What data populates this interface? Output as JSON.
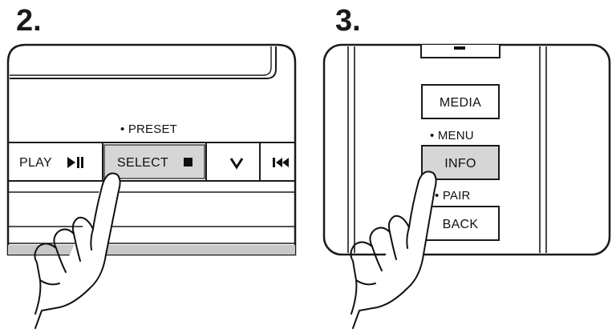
{
  "steps": [
    {
      "number": "2.",
      "above_label": "• PRESET",
      "buttons": [
        {
          "label": "PLAY",
          "icon": "play-pause-icon"
        },
        {
          "label": "SELECT",
          "icon": "stop-icon"
        },
        {
          "label": "",
          "icon": "chevron-down-icon"
        },
        {
          "label": "",
          "icon": "skip-back-icon"
        }
      ]
    },
    {
      "number": "3.",
      "buttons": [
        {
          "label": "MEDIA"
        },
        {
          "label": "INFO"
        },
        {
          "label": "BACK"
        }
      ],
      "info_above_label": "• MENU",
      "back_above_label": "• PAIR"
    }
  ],
  "colors": {
    "pressed_button": "#d6d6d6",
    "outline": "#1a1a1a",
    "background": "#ffffff"
  }
}
